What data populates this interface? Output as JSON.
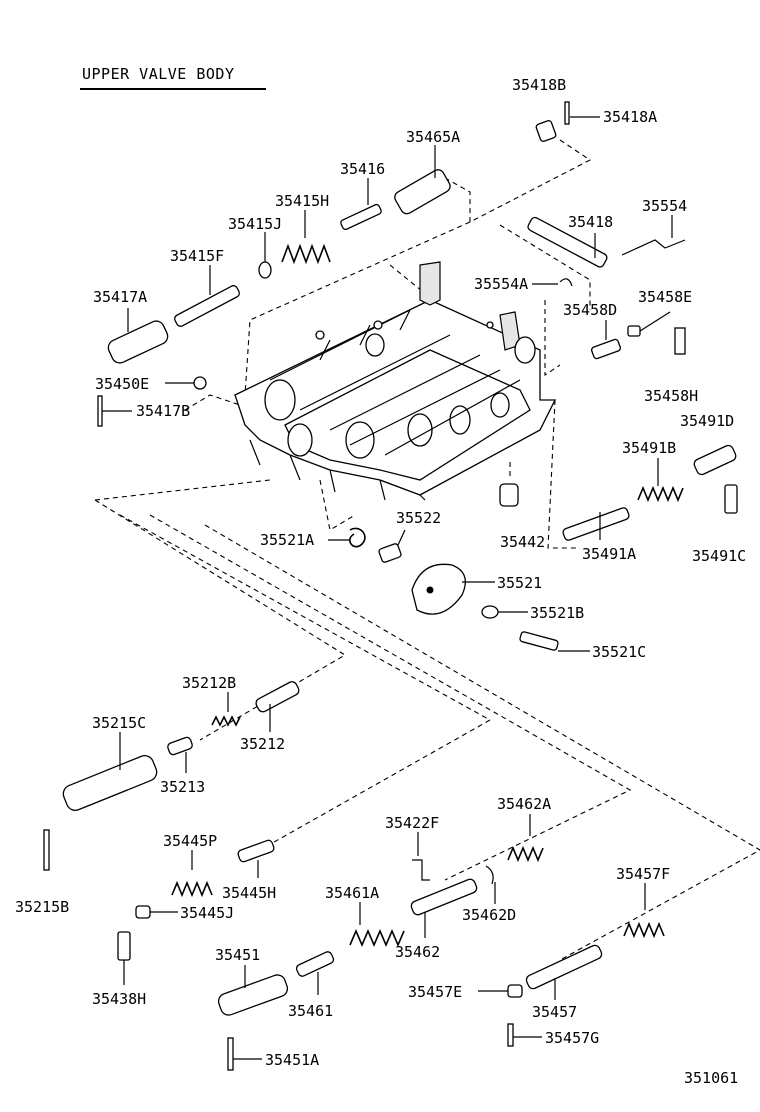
{
  "title": "UPPER VALVE BODY",
  "diagram_id": "351061",
  "labels": {
    "p35418B": "35418B",
    "p35418A": "35418A",
    "p35465A": "35465A",
    "p35416": "35416",
    "p35415H": "35415H",
    "p35415J": "35415J",
    "p35415F": "35415F",
    "p35417A": "35417A",
    "p35450E": "35450E",
    "p35417B": "35417B",
    "p35418": "35418",
    "p35554": "35554",
    "p35554A": "35554A",
    "p35458D": "35458D",
    "p35458E": "35458E",
    "p35458H": "35458H",
    "p35491D": "35491D",
    "p35491B": "35491B",
    "p35491A": "35491A",
    "p35491C": "35491C",
    "p35442": "35442",
    "p35522": "35522",
    "p35521A": "35521A",
    "p35521": "35521",
    "p35521B": "35521B",
    "p35521C": "35521C",
    "p35212B": "35212B",
    "p35212": "35212",
    "p35215C": "35215C",
    "p35213": "35213",
    "p35215B": "35215B",
    "p35445P": "35445P",
    "p35445H": "35445H",
    "p35445J": "35445J",
    "p35438H": "35438H",
    "p35451": "35451",
    "p35451A": "35451A",
    "p35461A": "35461A",
    "p35461": "35461",
    "p35422F": "35422F",
    "p35462": "35462",
    "p35462A": "35462A",
    "p35462D": "35462D",
    "p35457F": "35457F",
    "p35457E": "35457E",
    "p35457": "35457",
    "p35457G": "35457G"
  }
}
